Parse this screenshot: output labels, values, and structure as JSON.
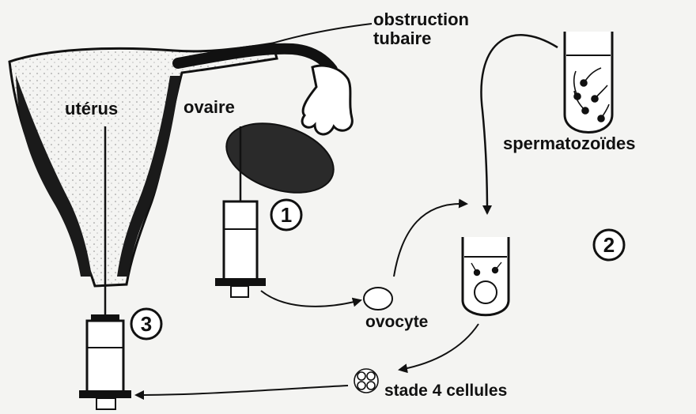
{
  "labels": {
    "obstruction_line1": "obstruction",
    "obstruction_line2": "tubaire",
    "uterus": "utérus",
    "ovaire": "ovaire",
    "spermatozoides": "spermatozoïdes",
    "ovocyte": "ovocyte",
    "stade": "stade 4 cellules"
  },
  "steps": [
    "1",
    "2",
    "3"
  ],
  "colors": {
    "ink": "#111111",
    "paper": "#f4f4f2"
  }
}
